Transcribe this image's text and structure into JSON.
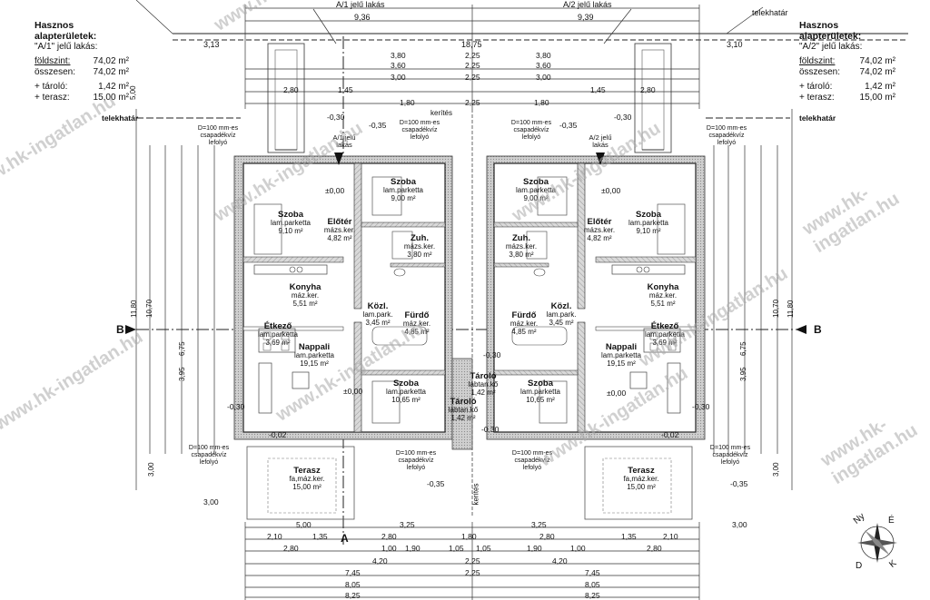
{
  "legend_left": {
    "title": "Hasznos alapterületek:",
    "unit_name": "\"A/1\" jelű lakás:",
    "rows": [
      {
        "label": "földszint:",
        "value": "74,02 m²"
      },
      {
        "label": "összesen:",
        "value": "74,02 m²"
      },
      {
        "label": "+ tároló:",
        "value": "1,42 m²"
      },
      {
        "label": "+ terasz:",
        "value": "15,00 m²"
      }
    ]
  },
  "legend_right": {
    "title": "Hasznos alapterületek:",
    "unit_name": "\"A/2\" jelű lakás:",
    "rows": [
      {
        "label": "földszint:",
        "value": "74,02 m²"
      },
      {
        "label": "összesen:",
        "value": "74,02 m²"
      },
      {
        "label": "+ tároló:",
        "value": "1,42 m²"
      },
      {
        "label": "+ terasz:",
        "value": "15,00 m²"
      }
    ]
  },
  "top": {
    "unit_a1": "A/1 jelű lakás",
    "unit_a2": "A/2 jelű lakás",
    "total_a1": "9,36",
    "total_a2": "9,39",
    "telekhatar": "telekhatár",
    "dim_313": "3,13",
    "dim_1875": "18,75",
    "dim_310": "3,10",
    "row1": [
      "3,80",
      "2,25",
      "3,80"
    ],
    "row2": [
      "3,60",
      "2,25",
      "3,60"
    ],
    "row3": [
      "3,00",
      "2,25",
      "3,00"
    ],
    "row4": [
      "2,80",
      "1,45",
      "1,80",
      "2,25",
      "1,80",
      "1,45",
      "2,80"
    ]
  },
  "levels": {
    "l_030": "-0,30",
    "l_035": "-0,35",
    "l_000": "±0,00",
    "l_002": "-0,02"
  },
  "drain_notes": [
    "D=100 mm-es csapadékvíz lefolyó"
  ],
  "kerites": "kerítés",
  "section_mark": "B",
  "axis_mark": "A",
  "rooms_a1": [
    {
      "name": "Szoba",
      "finish": "lam.parketta",
      "area": "9,00 m²"
    },
    {
      "name": "Szoba",
      "finish": "lam.parketta",
      "area": "9,10 m²"
    },
    {
      "name": "Előtér",
      "finish": "mázs.ker.",
      "area": "4,82 m²"
    },
    {
      "name": "Zuh.",
      "finish": "mázs.ker.",
      "area": "3,80 m²"
    },
    {
      "name": "Konyha",
      "finish": "máz.ker.",
      "area": "5,51 m²"
    },
    {
      "name": "Közl.",
      "finish": "lam.park.",
      "area": "3,45 m²"
    },
    {
      "name": "Fürdő",
      "finish": "máz.ker.",
      "area": "4,85 m²"
    },
    {
      "name": "Étkező",
      "finish": "lam.parketta",
      "area": "3,69 m²"
    },
    {
      "name": "Nappali",
      "finish": "lam.parketta",
      "area": "19,15 m²"
    },
    {
      "name": "Szoba",
      "finish": "lam.parketta",
      "area": "10,65 m²"
    },
    {
      "name": "Tároló",
      "finish": "lábtan.kő",
      "area": "1,42 m²"
    },
    {
      "name": "Terasz",
      "finish": "fa,máz.ker.",
      "area": "15,00 m²"
    }
  ],
  "rooms_a2": [
    {
      "name": "Szoba",
      "finish": "lam.parketta",
      "area": "9,00 m²"
    },
    {
      "name": "Szoba",
      "finish": "lam.parketta",
      "area": "9,10 m²"
    },
    {
      "name": "Előtér",
      "finish": "mázs.ker.",
      "area": "4,82 m²"
    },
    {
      "name": "Zuh.",
      "finish": "mázs.ker.",
      "area": "3,80 m²"
    },
    {
      "name": "Konyha",
      "finish": "máz.ker.",
      "area": "5,51 m²"
    },
    {
      "name": "Közl.",
      "finish": "lam.park.",
      "area": "3,45 m²"
    },
    {
      "name": "Fürdő",
      "finish": "máz.ker.",
      "area": "4,85 m²"
    },
    {
      "name": "Étkező",
      "finish": "lam.parketta",
      "area": "3,69 m²"
    },
    {
      "name": "Nappali",
      "finish": "lam.parketta",
      "area": "19,15 m²"
    },
    {
      "name": "Szoba",
      "finish": "lam.parketta",
      "area": "10,65 m²"
    },
    {
      "name": "Tároló",
      "finish": "lábtan.kő",
      "area": "1,42 m²"
    },
    {
      "name": "Terasz",
      "finish": "fa,máz.ker.",
      "area": "15,00 m²"
    }
  ],
  "entry_a1": "A/1 jelű lakás",
  "entry_a2": "A/2 jelű lakás",
  "bottom": {
    "row1": [
      "5,00",
      "3,25",
      "3,25",
      "3,00"
    ],
    "row2": [
      "2,10",
      "1,35",
      "2,80",
      "1,80",
      "2,80",
      "1,35",
      "2,10"
    ],
    "row3": [
      "2,80",
      "1,00",
      "1,90",
      "1,05",
      "1,05",
      "1,90",
      "1,00",
      "2,80"
    ],
    "row4": [
      "4,20",
      "2,25",
      "4,20"
    ],
    "row5": [
      "7,45",
      "2,25",
      "7,45"
    ],
    "row6": [
      "8,05",
      "8,05"
    ],
    "row7": [
      "8,25",
      "8,25"
    ]
  },
  "side": {
    "h_1180": "11,80",
    "h_1070": "10,70",
    "h_675": "6,75",
    "h_500": "5,00",
    "h_300": "3,00",
    "h_395": "3,95"
  },
  "compass": {
    "n": "É",
    "e": "K",
    "s": "D",
    "w": "Ny"
  },
  "watermark": "www.hk-ingatlan.hu"
}
